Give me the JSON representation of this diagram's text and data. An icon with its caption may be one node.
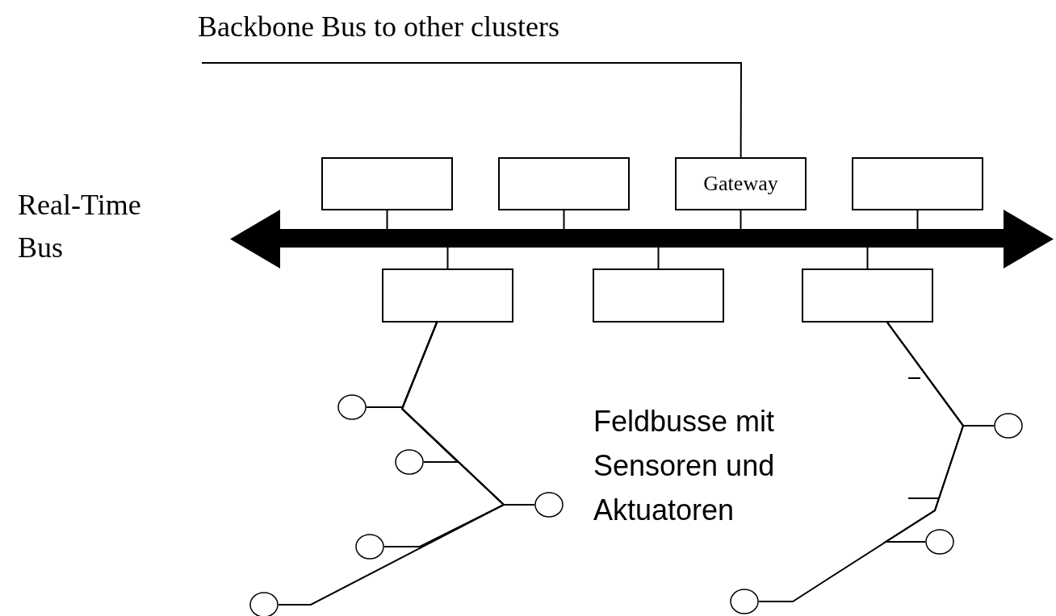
{
  "diagram": {
    "nodes": [
      {
        "text": [
          "Real-Time Bus"
        ]
      },
      {
        "text": [],
        "shape": "box"
      },
      {
        "text": [],
        "shape": "box"
      },
      {
        "text": [
          "Gateway"
        ]
      },
      {
        "text": [],
        "shape": "box"
      },
      {
        "text": [],
        "shape": "box"
      },
      {
        "text": [],
        "shape": "box"
      },
      {
        "text": [],
        "shape": "box"
      },
      {
        "text": [],
        "shape": "circle"
      },
      {
        "text": [],
        "shape": "circle"
      },
      {
        "text": [],
        "shape": "circle"
      },
      {
        "text": [],
        "shape": "circle"
      },
      {
        "text": [],
        "shape": "circle"
      },
      {
        "text": [],
        "shape": "circle"
      },
      {
        "text": [],
        "shape": "circle"
      },
      {
        "text": [],
        "shape": "circle"
      }
    ],
    "edges": [
      {
        "from": 1,
        "to": 0,
        "arrow": "none"
      },
      {
        "from": 2,
        "to": 0,
        "arrow": "none"
      },
      {
        "from": 3,
        "to": 0,
        "arrow": "none"
      },
      {
        "from": 4,
        "to": 0,
        "arrow": "none"
      },
      {
        "from": 5,
        "to": 0,
        "arrow": "none"
      },
      {
        "from": 6,
        "to": 0,
        "arrow": "none"
      },
      {
        "from": 7,
        "to": 0,
        "arrow": "none"
      },
      {
        "from": null,
        "to": 3,
        "arrow": "none",
        "label": "Backbone Bus to other clusters"
      },
      {
        "from": 5,
        "to": 8,
        "arrow": "none"
      },
      {
        "from": 5,
        "to": 9,
        "arrow": "none"
      },
      {
        "from": 5,
        "to": 10,
        "arrow": "none"
      },
      {
        "from": 5,
        "to": 11,
        "arrow": "none"
      },
      {
        "from": 5,
        "to": 12,
        "arrow": "none"
      },
      {
        "from": 7,
        "to": 13,
        "arrow": "none"
      },
      {
        "from": 7,
        "to": 14,
        "arrow": "none"
      },
      {
        "from": 7,
        "to": 15,
        "arrow": "none"
      }
    ],
    "labels": [
      "Feldbusse mit Sensoren und Aktuatoren"
    ]
  }
}
